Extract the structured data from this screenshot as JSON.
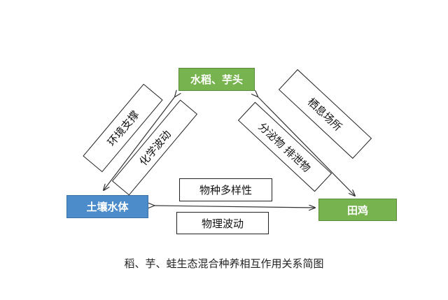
{
  "nodes": {
    "rice_taro": "水稻、芋头",
    "soil_water": "土壤水体",
    "frog": "田鸡"
  },
  "labels": {
    "env_support": "环境支撑",
    "chem_fluct": "化学波动",
    "habitat": "栖息场所",
    "secretion": "分泌物 排泄物",
    "biodiversity": "物种多样性",
    "physical_fluct": "物理波动"
  },
  "caption": "稻、芋、蛙生态混合种养相互作用关系简图",
  "colors": {
    "green_node": "#77b34e",
    "blue_node": "#4d8ccb",
    "arrow": "#333333"
  }
}
